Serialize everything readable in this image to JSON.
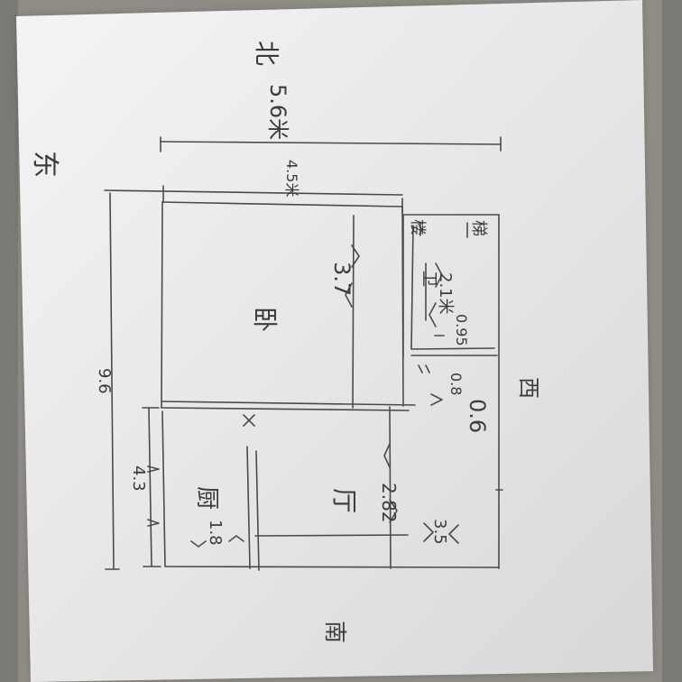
{
  "sketch": {
    "north_label": "北",
    "south_label": "南",
    "east_label": "东",
    "west_label": "西",
    "top_total": "5.6米",
    "top_segment": "4.5米",
    "left_total": "9.6",
    "left_segment": "4.3",
    "bedroom_label": "卧",
    "bedroom_dim": "3.7",
    "living_label": "厅",
    "living_dim": "2.82",
    "kitchen_label": "厨",
    "kitchen_dim": "1.8",
    "bath_label": "卫",
    "bath_dim": "2.1米",
    "bath_width": "0.95",
    "small_dim_1": "0.8",
    "small_dim_2": "0.6",
    "bottom_dim": "3.5",
    "corner_mark_1": "楼",
    "corner_mark_2": "梯"
  },
  "colors": {
    "paper": "#ececec",
    "pencil": "#4a4b50",
    "background": "#8f8c86"
  }
}
